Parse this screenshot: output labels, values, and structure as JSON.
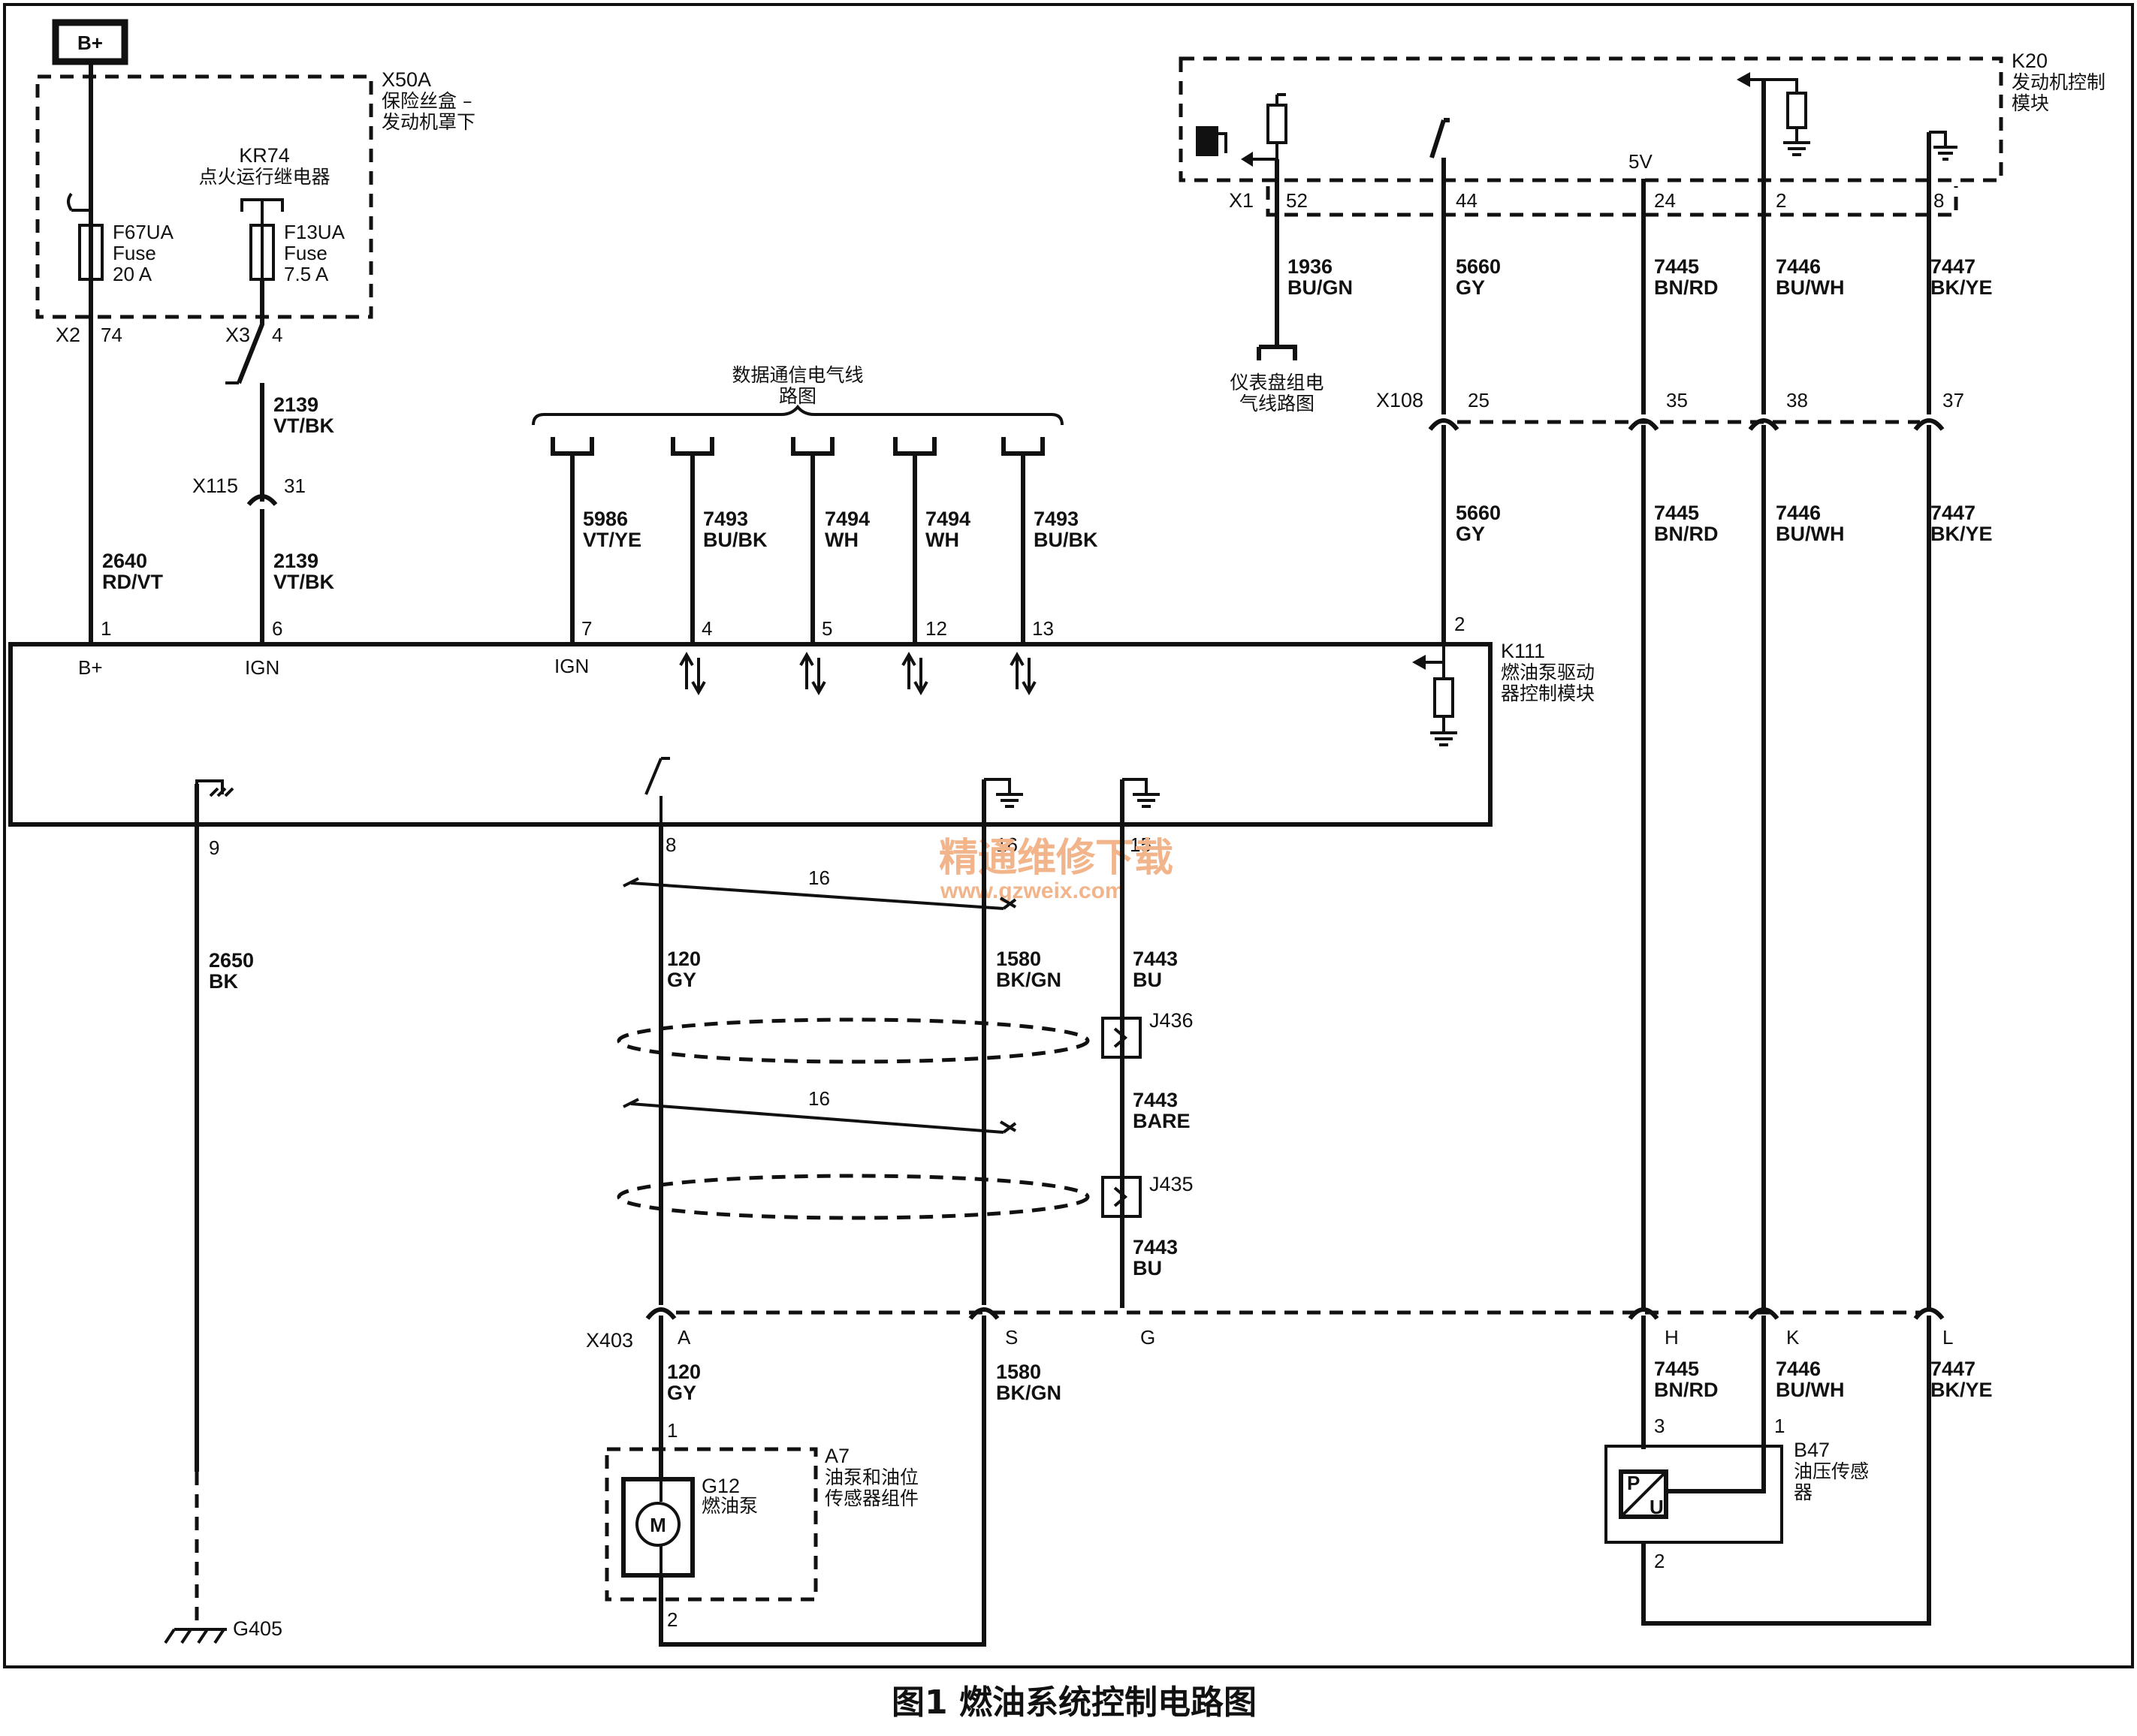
{
  "supply": {
    "bplus": "B+"
  },
  "fusebox": {
    "id": "X50A",
    "name_l1": "保险丝盒 –",
    "name_l2": "发动机罩下",
    "relay_id": "KR74",
    "relay_name": "点火运行继电器",
    "fuse1": {
      "id": "F67UA",
      "kind": "Fuse",
      "rating": "20 A"
    },
    "fuse2": {
      "id": "F13UA",
      "kind": "Fuse",
      "rating": "7.5 A"
    },
    "conn1": {
      "id": "X2",
      "pin": "74"
    },
    "conn2": {
      "id": "X3",
      "pin": "4"
    }
  },
  "x115": {
    "id": "X115",
    "pin": "31"
  },
  "x108": {
    "id": "X108",
    "pins": [
      "25",
      "35",
      "38",
      "37"
    ]
  },
  "x403": {
    "id": "X403",
    "pins": [
      "A",
      "S",
      "G",
      "H",
      "K",
      "L"
    ]
  },
  "data_bus": {
    "title_l1": "数据通信电气线",
    "title_l2": "路图"
  },
  "ecm": {
    "id": "K20",
    "name_l1": "发动机控制",
    "name_l2": "模块",
    "connector": "X1",
    "pins": [
      "52",
      "44",
      "24",
      "2",
      "8"
    ],
    "v5": "5V"
  },
  "cluster": {
    "name_l1": "仪表盘组电",
    "name_l2": "气线路图"
  },
  "k111": {
    "id": "K111",
    "name_l1": "燃油泵驱动",
    "name_l2": "器控制模块",
    "top_pins": [
      "1",
      "6",
      "7",
      "4",
      "5",
      "12",
      "13",
      "2"
    ],
    "pin_labels": [
      "B+",
      "IGN",
      "IGN"
    ],
    "bottom_pins": [
      "9",
      "8",
      "16",
      "15"
    ]
  },
  "wires": {
    "w2640": {
      "num": "2640",
      "color": "RD/VT"
    },
    "w2139a": {
      "num": "2139",
      "color": "VT/BK"
    },
    "w2139b": {
      "num": "2139",
      "color": "VT/BK"
    },
    "w5986": {
      "num": "5986",
      "color": "VT/YE"
    },
    "w7493a": {
      "num": "7493",
      "color": "BU/BK"
    },
    "w7494a": {
      "num": "7494",
      "color": "WH"
    },
    "w7494b": {
      "num": "7494",
      "color": "WH"
    },
    "w7493b": {
      "num": "7493",
      "color": "BU/BK"
    },
    "w1936": {
      "num": "1936",
      "color": "BU/GN"
    },
    "w5660a": {
      "num": "5660",
      "color": "GY"
    },
    "w5660b": {
      "num": "5660",
      "color": "GY"
    },
    "w7445a": {
      "num": "7445",
      "color": "BN/RD"
    },
    "w7446a": {
      "num": "7446",
      "color": "BU/WH"
    },
    "w7447a": {
      "num": "7447",
      "color": "BK/YE"
    },
    "w7445b": {
      "num": "7445",
      "color": "BN/RD"
    },
    "w7446b": {
      "num": "7446",
      "color": "BU/WH"
    },
    "w7447b": {
      "num": "7447",
      "color": "BK/YE"
    },
    "w7445c": {
      "num": "7445",
      "color": "BN/RD"
    },
    "w7446c": {
      "num": "7446",
      "color": "BU/WH"
    },
    "w7447c": {
      "num": "7447",
      "color": "BK/YE"
    },
    "w2650": {
      "num": "2650",
      "color": "BK"
    },
    "w120a": {
      "num": "120",
      "color": "GY"
    },
    "w1580a": {
      "num": "1580",
      "color": "BK/GN"
    },
    "w7443a": {
      "num": "7443",
      "color": "BU"
    },
    "w7443b": {
      "num": "7443",
      "color": "BARE"
    },
    "w7443c": {
      "num": "7443",
      "color": "BU"
    },
    "w120b": {
      "num": "120",
      "color": "GY"
    },
    "w1580b": {
      "num": "1580",
      "color": "BK/GN"
    }
  },
  "twist": {
    "label1": "16",
    "label2": "16"
  },
  "splices": {
    "j436": "J436",
    "j435": "J435"
  },
  "pump_assy": {
    "id": "A7",
    "name_l1": "油泵和油位",
    "name_l2": "传感器组件",
    "pump_id": "G12",
    "pump_name": "燃油泵",
    "motor": "M",
    "pin_top": "1",
    "pin_bottom": "2"
  },
  "ground": {
    "id": "G405"
  },
  "sensor": {
    "id": "B47",
    "name_l1": "油压传感",
    "name_l2": "器",
    "sym_p": "P",
    "sym_u": "U",
    "pin_a": "3",
    "pin_b": "1",
    "pin_c": "2"
  },
  "watermark": {
    "cn": "精通维修下载",
    "url": "www.gzweix.com"
  },
  "caption": "图1 燃油系统控制电路图"
}
